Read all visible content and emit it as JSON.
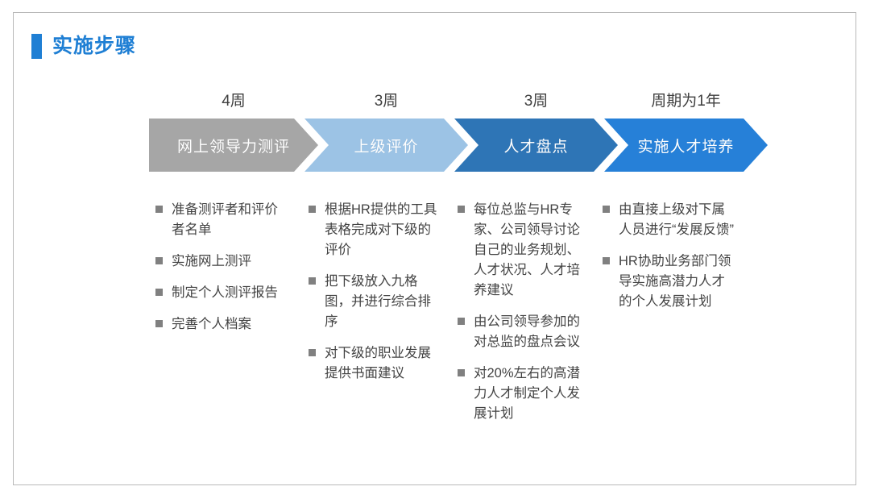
{
  "slide": {
    "title": "实施步骤",
    "accent_color": "#1f7fd4"
  },
  "process": {
    "steps": [
      {
        "duration": "4周",
        "label": "网上领导力测评",
        "color": "#a6a6a6",
        "bullets": [
          "准备测评者和评价者名单",
          "实施网上测评",
          "制定个人测评报告",
          "完善个人档案"
        ]
      },
      {
        "duration": "3周",
        "label": "上级评价",
        "color": "#9cc3e5",
        "bullets": [
          "根据HR提供的工具表格完成对下级的评价",
          "把下级放入九格图，并进行综合排序",
          "对下级的职业发展提供书面建议"
        ]
      },
      {
        "duration": "3周",
        "label": "人才盘点",
        "color": "#2e75b6",
        "bullets": [
          "每位总监与HR专家、公司领导讨论自己的业务规划、人才状况、人才培养建议",
          "由公司领导参加的对总监的盘点会议",
          "对20%左右的高潜力人才制定个人发展计划"
        ]
      },
      {
        "duration": "周期为1年",
        "label": "实施人才培养",
        "color": "#2680d8",
        "bullets": [
          "由直接上级对下属人员进行“发展反馈”",
          "HR协助业务部门领导实施高潜力人才的个人发展计划"
        ]
      }
    ]
  }
}
